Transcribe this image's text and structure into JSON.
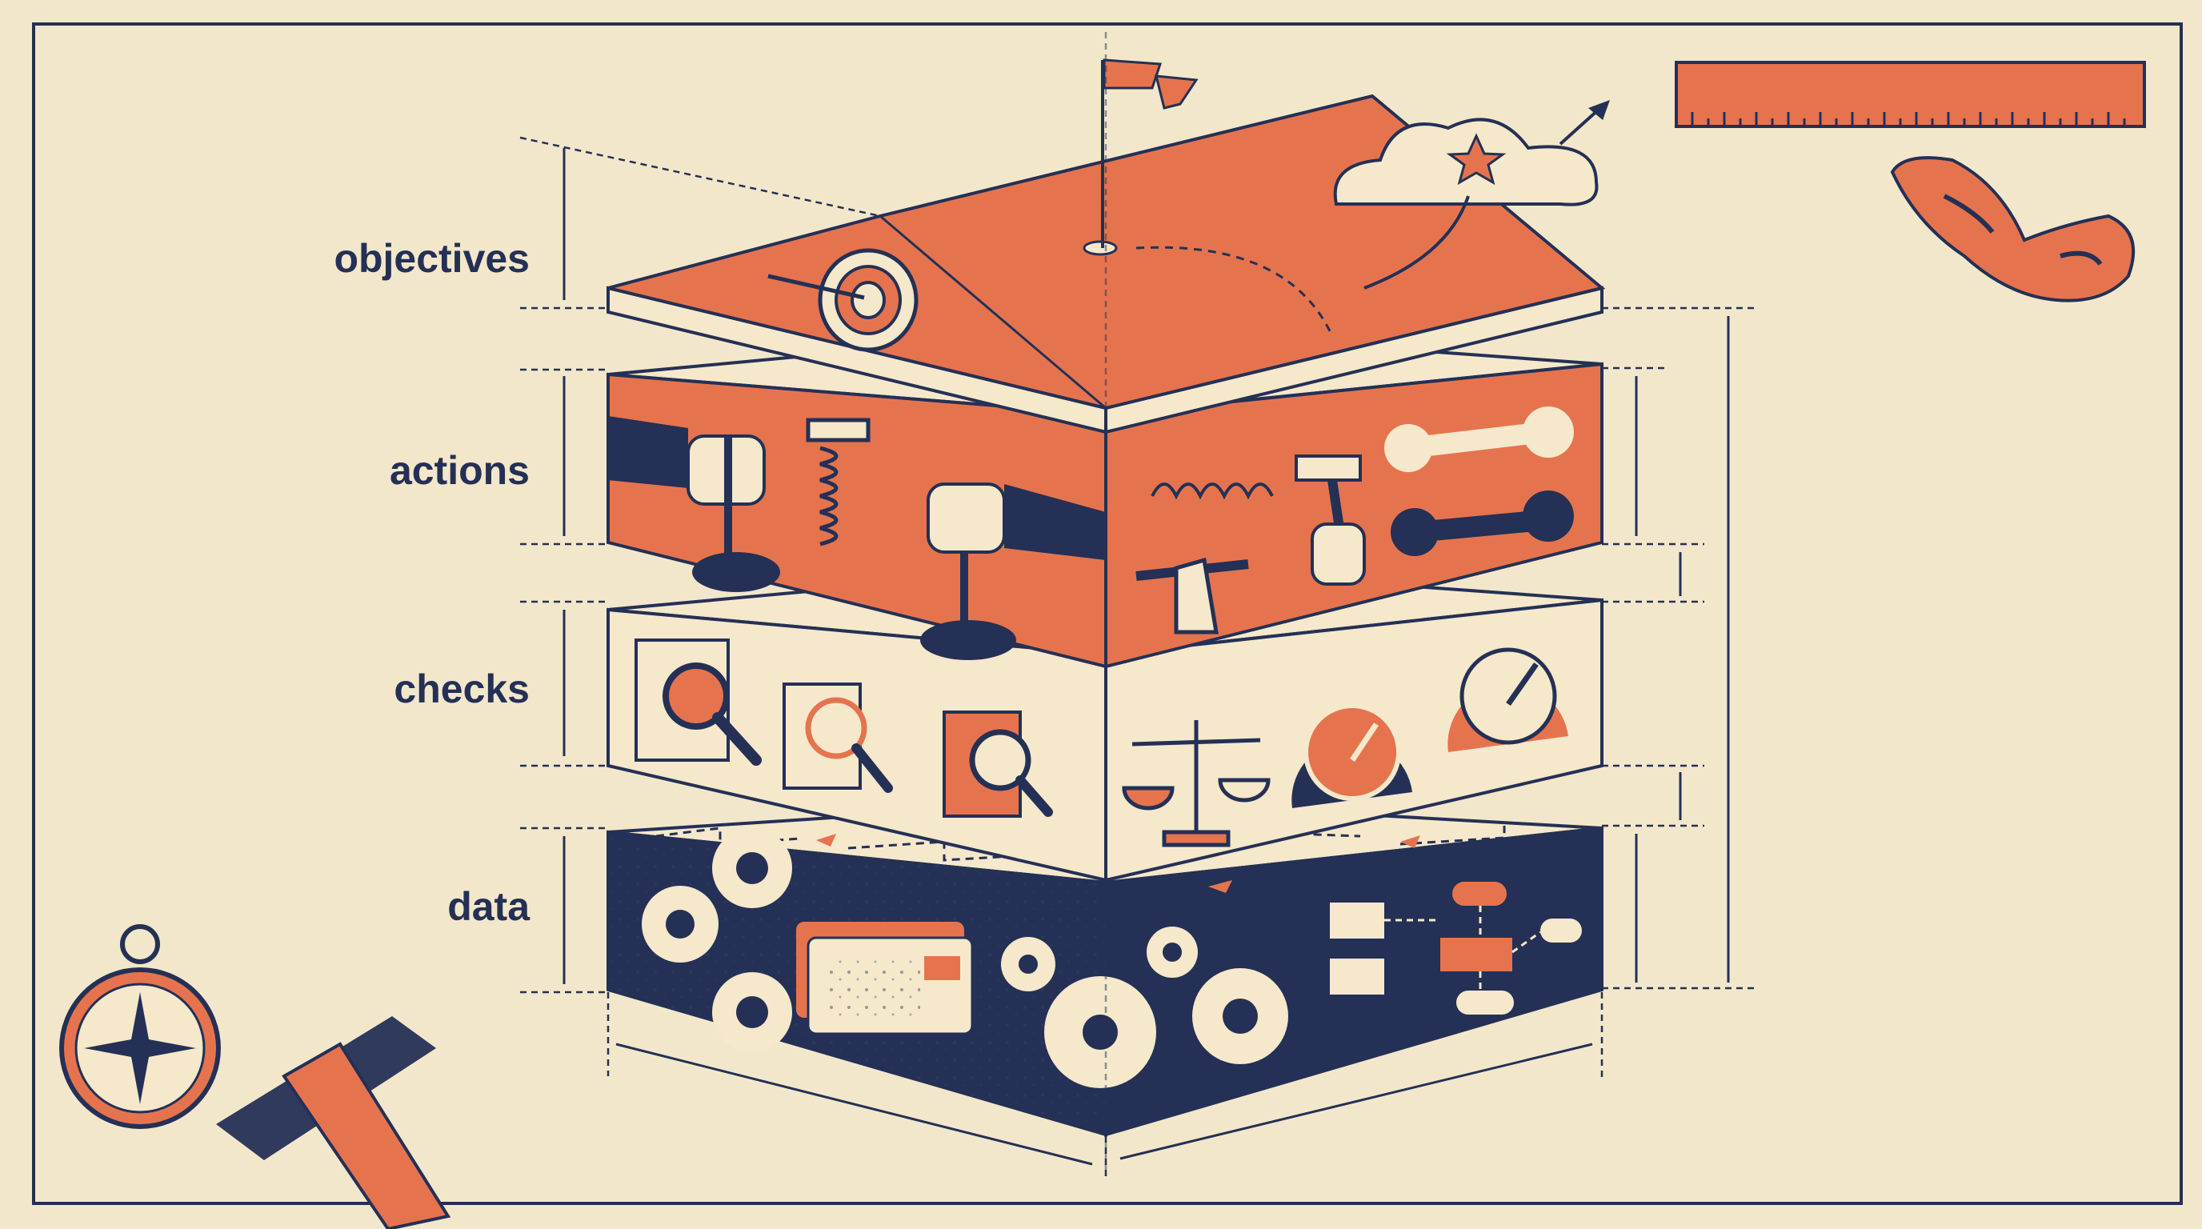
{
  "layers": [
    {
      "id": "objectives",
      "label": "objectives",
      "icons": [
        "flag-icon",
        "target-icon",
        "cloud-star-icon"
      ]
    },
    {
      "id": "actions",
      "label": "actions",
      "icons": [
        "lever-hand-icon",
        "spring-icon",
        "hammer-icon",
        "wrench-icon"
      ]
    },
    {
      "id": "checks",
      "label": "checks",
      "icons": [
        "checklist-magnifier-icon",
        "scales-icon",
        "gauge-icon"
      ]
    },
    {
      "id": "data",
      "label": "data",
      "icons": [
        "gear-icon",
        "keyboard-icon",
        "flowchart-icon"
      ]
    }
  ],
  "decorations": [
    "ruler-icon",
    "french-curve-icon",
    "compass-icon",
    "t-square-icon"
  ],
  "colors": {
    "paper": "#f3e7cb",
    "accent": "#e5744e",
    "navy": "#243055",
    "cream": "#f5e8cb"
  }
}
